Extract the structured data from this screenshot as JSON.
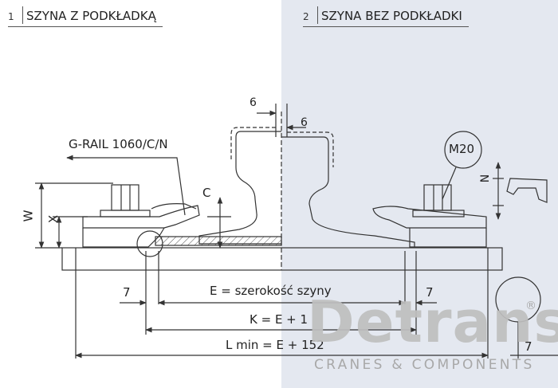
{
  "header": {
    "left": {
      "number": "1",
      "title": "SZYNA Z PODKŁADKĄ"
    },
    "right": {
      "number": "2",
      "title": "SZYNA BEZ PODKŁADKI"
    }
  },
  "labels": {
    "clip_model": "G-RAIL 1060/C/N",
    "bolt_size": "M20",
    "dim_c": "C",
    "dim_w": "W",
    "dim_x": "X",
    "dim_n": "N",
    "gap_top_left": "6",
    "gap_top_right": "6",
    "side_left": "7",
    "side_right": "7",
    "side_far_right": "7",
    "dim_e": "E = szerokość szyny",
    "dim_k": "K = E + 1",
    "dim_l": "L min = E + 152"
  },
  "logo": {
    "name": "Detrans",
    "tagline": "CRANES & COMPONENTS",
    "registered": "®"
  },
  "colors": {
    "right_panel": "#e4e8f0",
    "line": "#333333",
    "logo": "#bfbfbf"
  }
}
